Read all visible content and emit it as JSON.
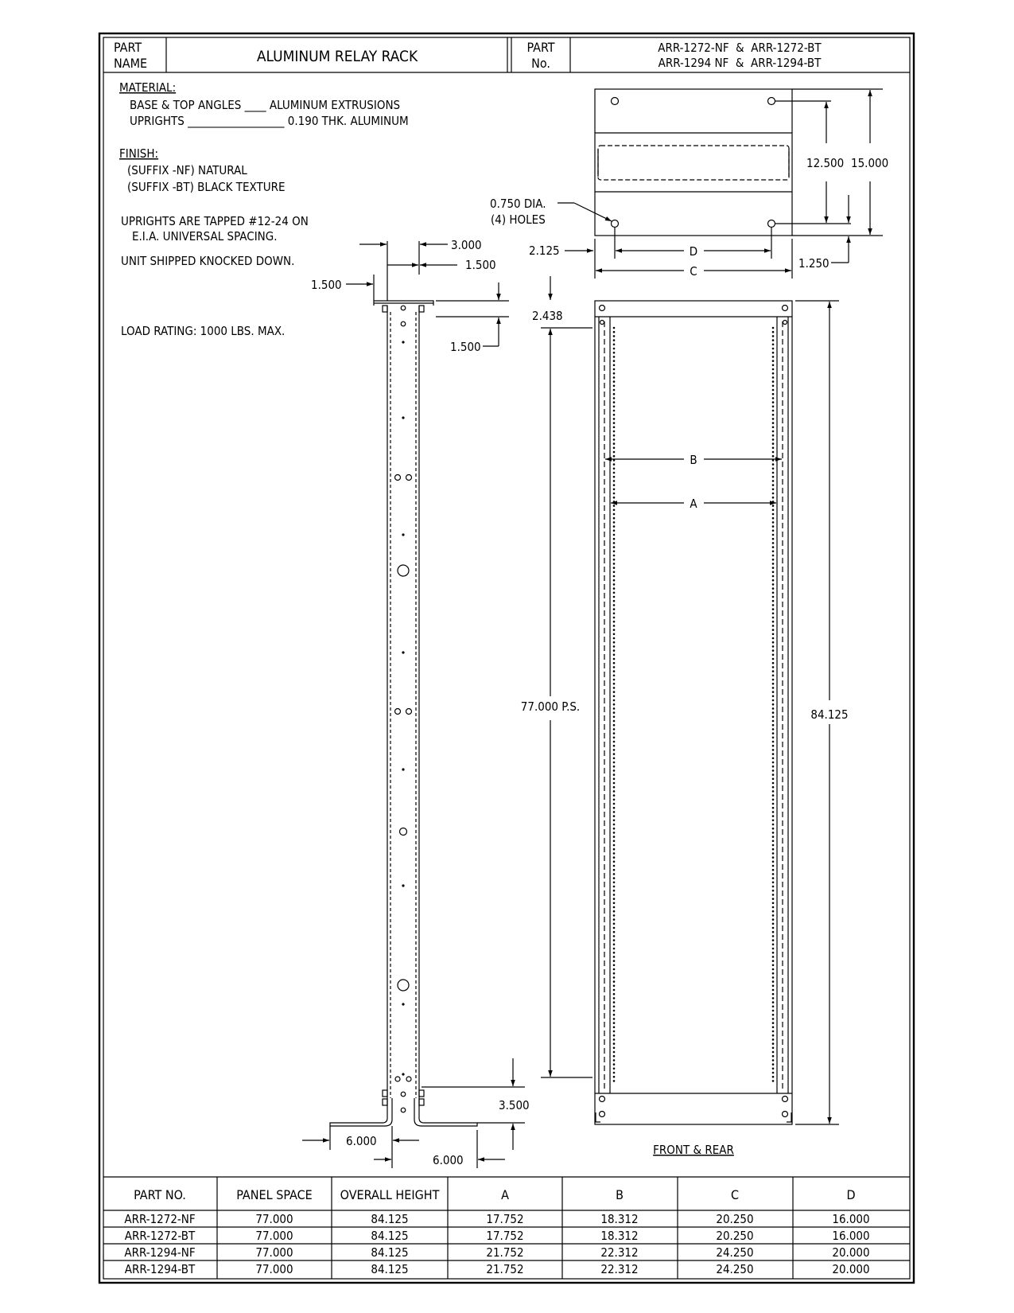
{
  "title_block": {
    "part_name_label": [
      "PART",
      "NAME"
    ],
    "part_name": "ALUMINUM RELAY RACK",
    "part_no_label": [
      "PART",
      "No."
    ],
    "part_numbers": [
      "ARR-1272-NF  &  ARR-1272-BT",
      "ARR-1294 NF  &  ARR-1294-BT"
    ]
  },
  "notes": {
    "material_heading": "MATERIAL:",
    "material_lines": [
      "BASE & TOP ANGLES ____ ALUMINUM EXTRUSIONS",
      "UPRIGHTS __________________ 0.190 THK. ALUMINUM"
    ],
    "finish_heading": "FINISH:",
    "finish_lines": [
      "(SUFFIX -NF) NATURAL",
      "(SUFFIX -BT) BLACK TEXTURE"
    ],
    "tapped_lines": [
      "UPRIGHTS ARE TAPPED #12-24 ON",
      "E.I.A. UNIVERSAL SPACING."
    ],
    "shipped": "UNIT SHIPPED KNOCKED DOWN.",
    "load": "LOAD RATING:  1000 LBS. MAX."
  },
  "dimensions": {
    "side_3000": "3.000",
    "side_1500_top_right": "1.500",
    "side_1500_left": "1.500",
    "side_1500_right": "1.500",
    "side_3500": "3.500",
    "side_6000_left": "6.000",
    "side_6000_right": "6.000",
    "top_12500": "12.500",
    "top_15000": "15.000",
    "top_hole_note": [
      "0.750 DIA.",
      "(4) HOLES"
    ],
    "top_2125": "2.125",
    "top_1250": "1.250",
    "top_d": "D",
    "top_c": "C",
    "front_2438": "2.438",
    "front_b": "B",
    "front_a": "A",
    "front_77000": "77.000 P.S.",
    "front_84125": "84.125",
    "front_label": "FRONT & REAR"
  },
  "table": {
    "headers": [
      "PART NO.",
      "PANEL SPACE",
      "OVERALL HEIGHT",
      "A",
      "B",
      "C",
      "D"
    ],
    "rows": [
      [
        "ARR-1272-NF",
        "77.000",
        "84.125",
        "17.752",
        "18.312",
        "20.250",
        "16.000"
      ],
      [
        "ARR-1272-BT",
        "77.000",
        "84.125",
        "17.752",
        "18.312",
        "20.250",
        "16.000"
      ],
      [
        "ARR-1294-NF",
        "77.000",
        "84.125",
        "21.752",
        "22.312",
        "24.250",
        "20.000"
      ],
      [
        "ARR-1294-BT",
        "77.000",
        "84.125",
        "21.752",
        "22.312",
        "24.250",
        "20.000"
      ]
    ]
  }
}
